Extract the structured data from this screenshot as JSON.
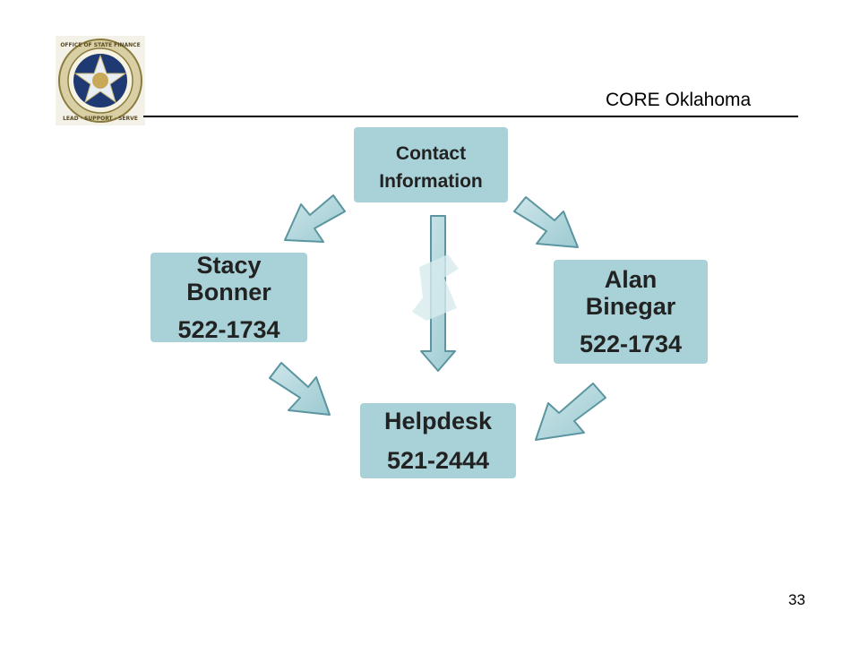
{
  "header": {
    "title": "CORE Oklahoma"
  },
  "logo": {
    "icon": "office-of-state-finance-seal-icon",
    "seal_text_top": "OFFICE OF STATE FINANCE",
    "seal_text_bottom": "LEAD · SUPPORT · SERVE"
  },
  "diagram": {
    "nodes": {
      "contact": {
        "line1": "Contact",
        "line2": "Information"
      },
      "stacy": {
        "name_line1": "Stacy",
        "name_line2": "Bonner",
        "phone": "522-1734"
      },
      "alan": {
        "name_line1": "Alan",
        "name_line2": "Binegar",
        "phone": "522-1734"
      },
      "helpdesk": {
        "name": "Helpdesk",
        "phone": "521-2444"
      }
    },
    "colors": {
      "node_fill": "#a9d2d8",
      "arrow_fill": "#a9d2d8",
      "arrow_stroke": "#5b95a0"
    }
  },
  "footer": {
    "page_number": "33"
  }
}
